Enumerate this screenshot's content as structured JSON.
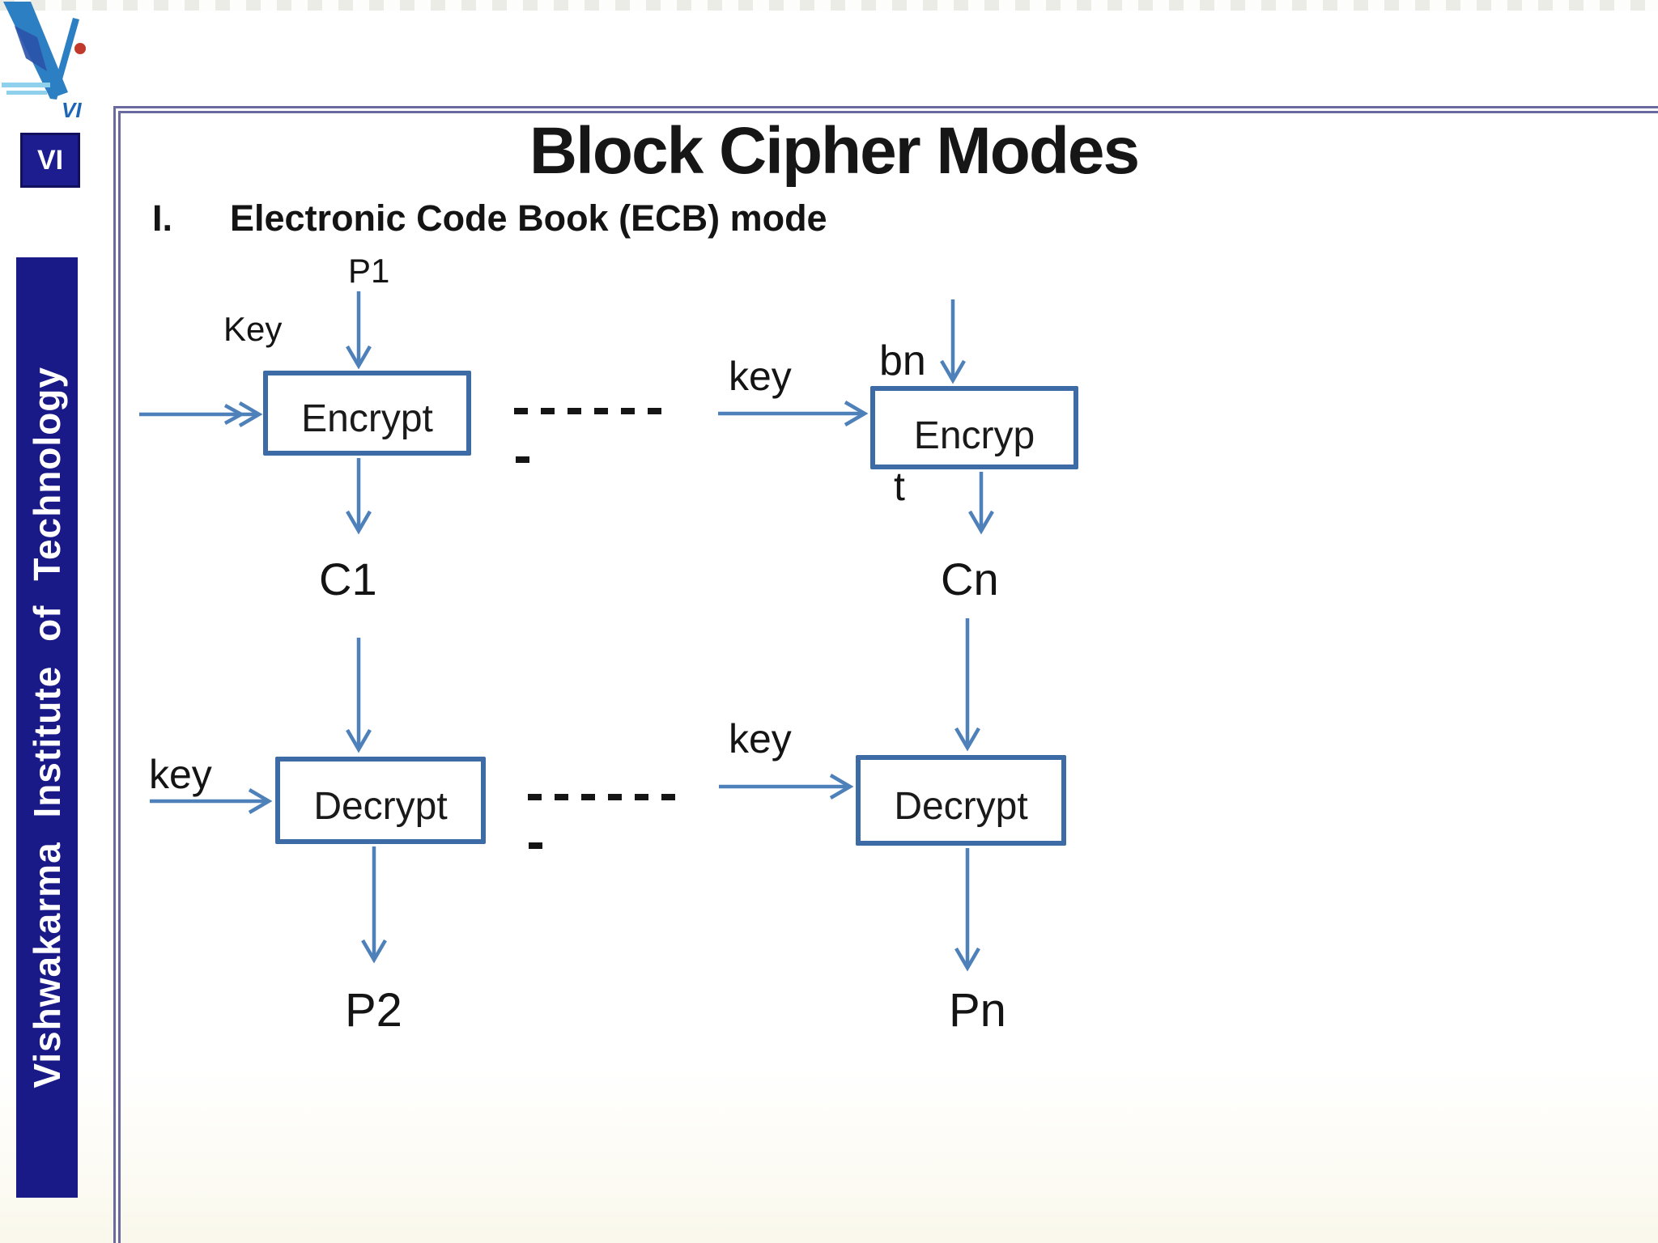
{
  "branding": {
    "logo_monogram": "VI",
    "badge_label": "VI",
    "sidebar_text": "Vishwakarma Institute of Technology"
  },
  "slide": {
    "title": "Block Cipher Modes",
    "list_marker": "I.",
    "subtitle": "Electronic Code Book (ECB) mode"
  },
  "diagram": {
    "colors": {
      "arrow_blue": "#4e80ba",
      "box_border_blue": "#3d6ba5",
      "frame_purple": "#6a6a9f",
      "sidebar_navy": "#191987",
      "text_black": "#141414"
    },
    "encrypt_row": {
      "left": {
        "input_label": "P1",
        "key_label": "Key",
        "box_label": "Encrypt",
        "output_label": "C1"
      },
      "right": {
        "input_label": "bn",
        "key_label": "key",
        "box_label": "Encryp",
        "box_label_overflow": "t",
        "output_label": "Cn"
      }
    },
    "decrypt_row": {
      "left": {
        "key_label": "key",
        "box_label": "Decrypt",
        "output_label": "P2"
      },
      "right": {
        "key_label": "key",
        "box_label": "Decrypt",
        "output_label": "Pn"
      }
    }
  }
}
